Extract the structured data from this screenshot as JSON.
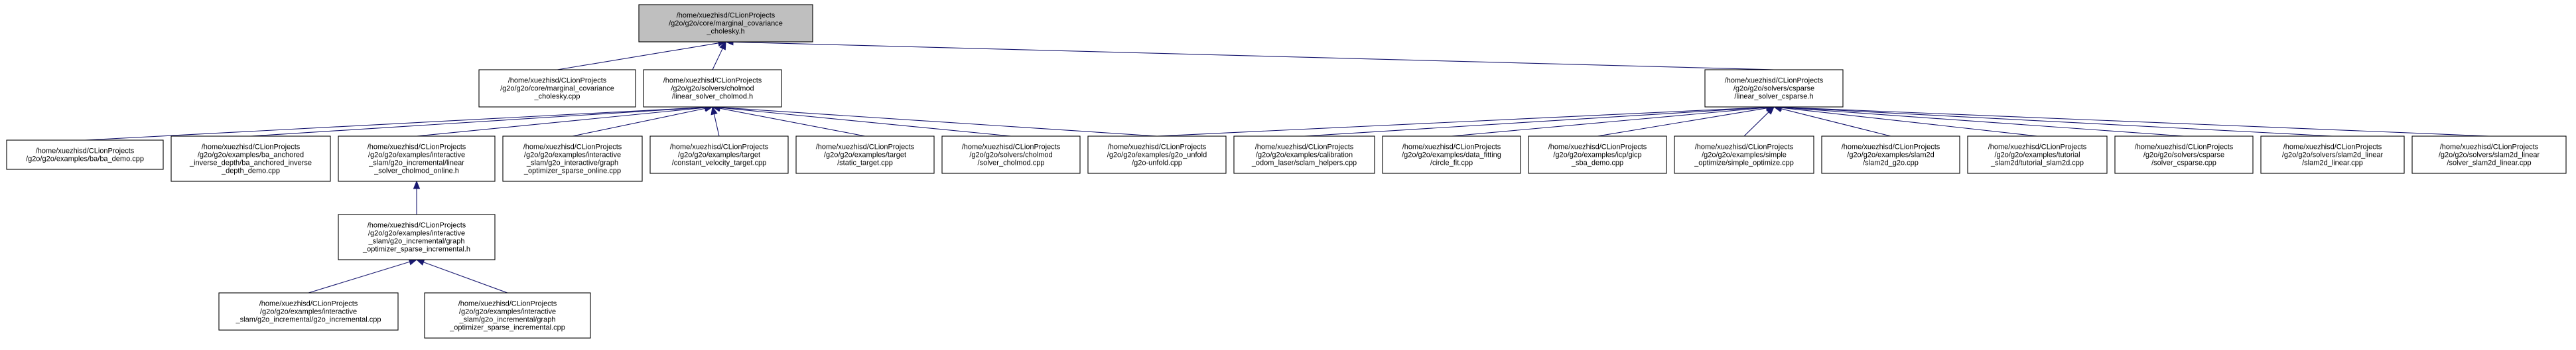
{
  "graph": {
    "edge_color": "#191970",
    "node_fill": "#ffffff",
    "root_fill": "#bfbfbf",
    "nodes": [
      {
        "id": "root",
        "root": true,
        "lines": [
          "/home/xuezhisd/CLionProjects",
          "/g2o/g2o/core/marginal_covariance",
          "_cholesky.h"
        ]
      },
      {
        "id": "mcc",
        "lines": [
          "/home/xuezhisd/CLionProjects",
          "/g2o/g2o/core/marginal_covariance",
          "_cholesky.cpp"
        ]
      },
      {
        "id": "lsc",
        "lines": [
          "/home/xuezhisd/CLionProjects",
          "/g2o/g2o/solvers/cholmod",
          "/linear_solver_cholmod.h"
        ]
      },
      {
        "id": "lscs",
        "lines": [
          "/home/xuezhisd/CLionProjects",
          "/g2o/g2o/solvers/csparse",
          "/linear_solver_csparse.h"
        ]
      },
      {
        "id": "ba_demo",
        "lines": [
          "/home/xuezhisd/CLionProjects",
          "/g2o/g2o/examples/ba/ba_demo.cpp"
        ]
      },
      {
        "id": "ba_anch",
        "lines": [
          "/home/xuezhisd/CLionProjects",
          "/g2o/g2o/examples/ba_anchored",
          "_inverse_depth/ba_anchored_inverse",
          "_depth_demo.cpp"
        ]
      },
      {
        "id": "lsco",
        "lines": [
          "/home/xuezhisd/CLionProjects",
          "/g2o/g2o/examples/interactive",
          "_slam/g2o_incremental/linear",
          "_solver_cholmod_online.h"
        ]
      },
      {
        "id": "gos_online",
        "lines": [
          "/home/xuezhisd/CLionProjects",
          "/g2o/g2o/examples/interactive",
          "_slam/g2o_interactive/graph",
          "_optimizer_sparse_online.cpp"
        ]
      },
      {
        "id": "cvt",
        "lines": [
          "/home/xuezhisd/CLionProjects",
          "/g2o/g2o/examples/target",
          "/constant_velocity_target.cpp"
        ]
      },
      {
        "id": "st",
        "lines": [
          "/home/xuezhisd/CLionProjects",
          "/g2o/g2o/examples/target",
          "/static_target.cpp"
        ]
      },
      {
        "id": "sc",
        "lines": [
          "/home/xuezhisd/CLionProjects",
          "/g2o/g2o/solvers/cholmod",
          "/solver_cholmod.cpp"
        ]
      },
      {
        "id": "unfold",
        "lines": [
          "/home/xuezhisd/CLionProjects",
          "/g2o/g2o/examples/g2o_unfold",
          "/g2o-unfold.cpp"
        ]
      },
      {
        "id": "calib",
        "lines": [
          "/home/xuezhisd/CLionProjects",
          "/g2o/g2o/examples/calibration",
          "_odom_laser/sclam_helpers.cpp"
        ]
      },
      {
        "id": "circle",
        "lines": [
          "/home/xuezhisd/CLionProjects",
          "/g2o/g2o/examples/data_fitting",
          "/circle_fit.cpp"
        ]
      },
      {
        "id": "gicp",
        "lines": [
          "/home/xuezhisd/CLionProjects",
          "/g2o/g2o/examples/icp/gicp",
          "_sba_demo.cpp"
        ]
      },
      {
        "id": "simple",
        "lines": [
          "/home/xuezhisd/CLionProjects",
          "/g2o/g2o/examples/simple",
          "_optimize/simple_optimize.cpp"
        ]
      },
      {
        "id": "slam2d_g2o",
        "lines": [
          "/home/xuezhisd/CLionProjects",
          "/g2o/g2o/examples/slam2d",
          "/slam2d_g2o.cpp"
        ]
      },
      {
        "id": "tut",
        "lines": [
          "/home/xuezhisd/CLionProjects",
          "/g2o/g2o/examples/tutorial",
          "_slam2d/tutorial_slam2d.cpp"
        ]
      },
      {
        "id": "scs",
        "lines": [
          "/home/xuezhisd/CLionProjects",
          "/g2o/g2o/solvers/csparse",
          "/solver_csparse.cpp"
        ]
      },
      {
        "id": "s2l",
        "lines": [
          "/home/xuezhisd/CLionProjects",
          "/g2o/g2o/solvers/slam2d_linear",
          "/slam2d_linear.cpp"
        ]
      },
      {
        "id": "ss2l",
        "lines": [
          "/home/xuezhisd/CLionProjects",
          "/g2o/g2o/solvers/slam2d_linear",
          "/solver_slam2d_linear.cpp"
        ]
      },
      {
        "id": "gosi_h",
        "lines": [
          "/home/xuezhisd/CLionProjects",
          "/g2o/g2o/examples/interactive",
          "_slam/g2o_incremental/graph",
          "_optimizer_sparse_incremental.h"
        ]
      },
      {
        "id": "g2o_inc",
        "lines": [
          "/home/xuezhisd/CLionProjects",
          "/g2o/g2o/examples/interactive",
          "_slam/g2o_incremental/g2o_incremental.cpp"
        ]
      },
      {
        "id": "gosi_cpp",
        "lines": [
          "/home/xuezhisd/CLionProjects",
          "/g2o/g2o/examples/interactive",
          "_slam/g2o_incremental/graph",
          "_optimizer_sparse_incremental.cpp"
        ]
      }
    ],
    "edges": [
      [
        "mcc",
        "root"
      ],
      [
        "lsc",
        "root"
      ],
      [
        "lscs",
        "root"
      ],
      [
        "ba_demo",
        "lsc"
      ],
      [
        "ba_anch",
        "lsc"
      ],
      [
        "lsco",
        "lsc"
      ],
      [
        "gos_online",
        "lsc"
      ],
      [
        "cvt",
        "lsc"
      ],
      [
        "st",
        "lsc"
      ],
      [
        "sc",
        "lsc"
      ],
      [
        "unfold",
        "lsc"
      ],
      [
        "unfold",
        "lscs"
      ],
      [
        "calib",
        "lscs"
      ],
      [
        "circle",
        "lscs"
      ],
      [
        "gicp",
        "lscs"
      ],
      [
        "simple",
        "lscs"
      ],
      [
        "slam2d_g2o",
        "lscs"
      ],
      [
        "tut",
        "lscs"
      ],
      [
        "scs",
        "lscs"
      ],
      [
        "s2l",
        "lscs"
      ],
      [
        "ss2l",
        "lscs"
      ],
      [
        "gosi_h",
        "lsco"
      ],
      [
        "g2o_inc",
        "gosi_h"
      ],
      [
        "gosi_cpp",
        "gosi_h"
      ]
    ]
  }
}
